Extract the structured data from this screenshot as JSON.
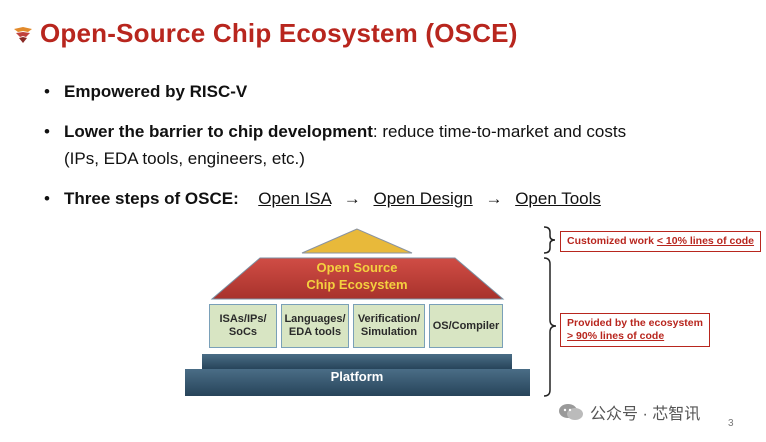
{
  "slide": {
    "title": "Open-Source Chip Ecosystem (OSCE)",
    "bullets": [
      {
        "bold": "Empowered by RISC-V"
      },
      {
        "bold": "Lower the barrier to chip development",
        "rest": ": reduce time-to-market and costs",
        "line2": "(IPs, EDA tools, engineers, etc.)"
      },
      {
        "bold": "Three steps of OSCE:",
        "steps": [
          "Open ISA",
          "Open Design",
          "Open Tools"
        ]
      }
    ]
  },
  "diagram": {
    "roof_label_line1": "Open Source",
    "roof_label_line2": "Chip Ecosystem",
    "pillars": [
      {
        "line1": "ISAs/IPs/",
        "line2": "SoCs"
      },
      {
        "line1": "Languages/",
        "line2": "EDA tools"
      },
      {
        "line1": "Verification/",
        "line2": "Simulation"
      },
      {
        "line1": "OS/Compiler",
        "line2": ""
      }
    ],
    "platform_label": "Platform",
    "top_box": {
      "text_prefix": "Customized work ",
      "text_underlined": "< 10% lines of code"
    },
    "bottom_box": {
      "line1": "Provided by the ecosystem",
      "line2_underlined": "> 90% lines of code"
    }
  },
  "colors": {
    "title": "#b8261e",
    "roof": "#c0423d",
    "roof_label": "#f4d03f",
    "apex": "#e8b93a",
    "pillar": "#d8e5c3",
    "platform": "#34536a"
  },
  "watermark": {
    "text": "公众号 · 芯智讯"
  },
  "page_number": "3"
}
